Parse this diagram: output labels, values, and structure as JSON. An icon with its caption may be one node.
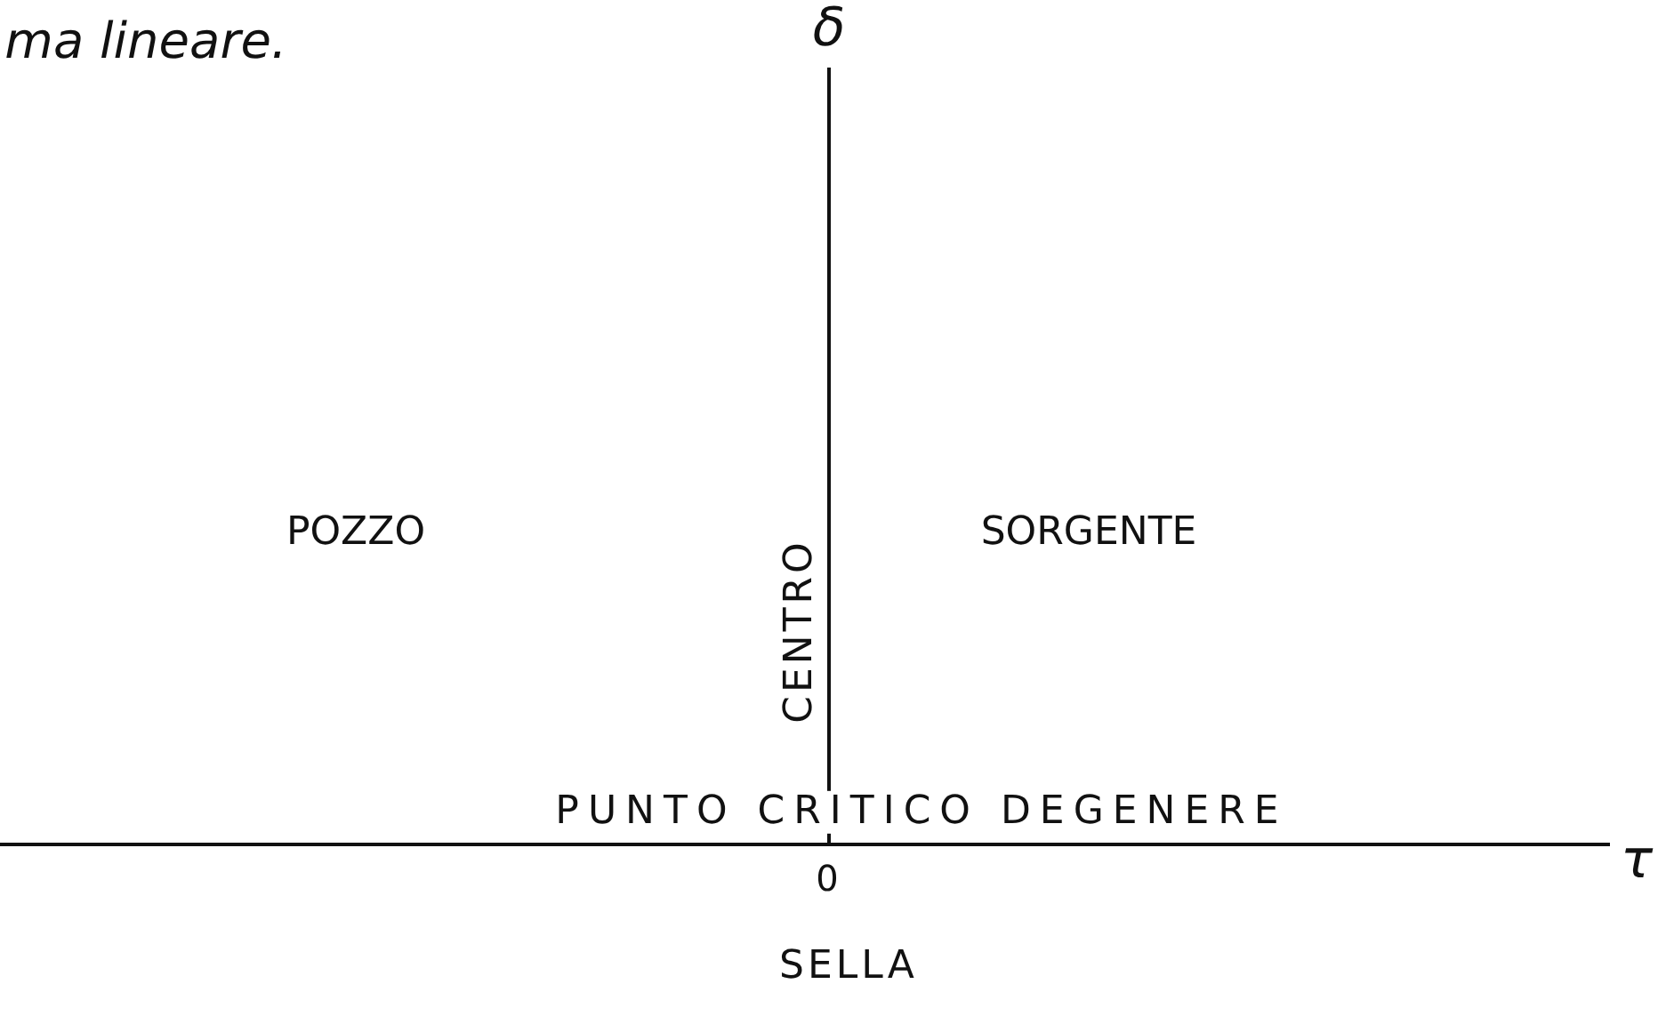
{
  "diagram": {
    "labels": [
      "ma lineare.",
      "δ",
      "CENTRO",
      "POZZO",
      "SORGENTE",
      "PUNTO CRITICO DEGENERE",
      "τ",
      "0",
      "SELLA"
    ]
  }
}
